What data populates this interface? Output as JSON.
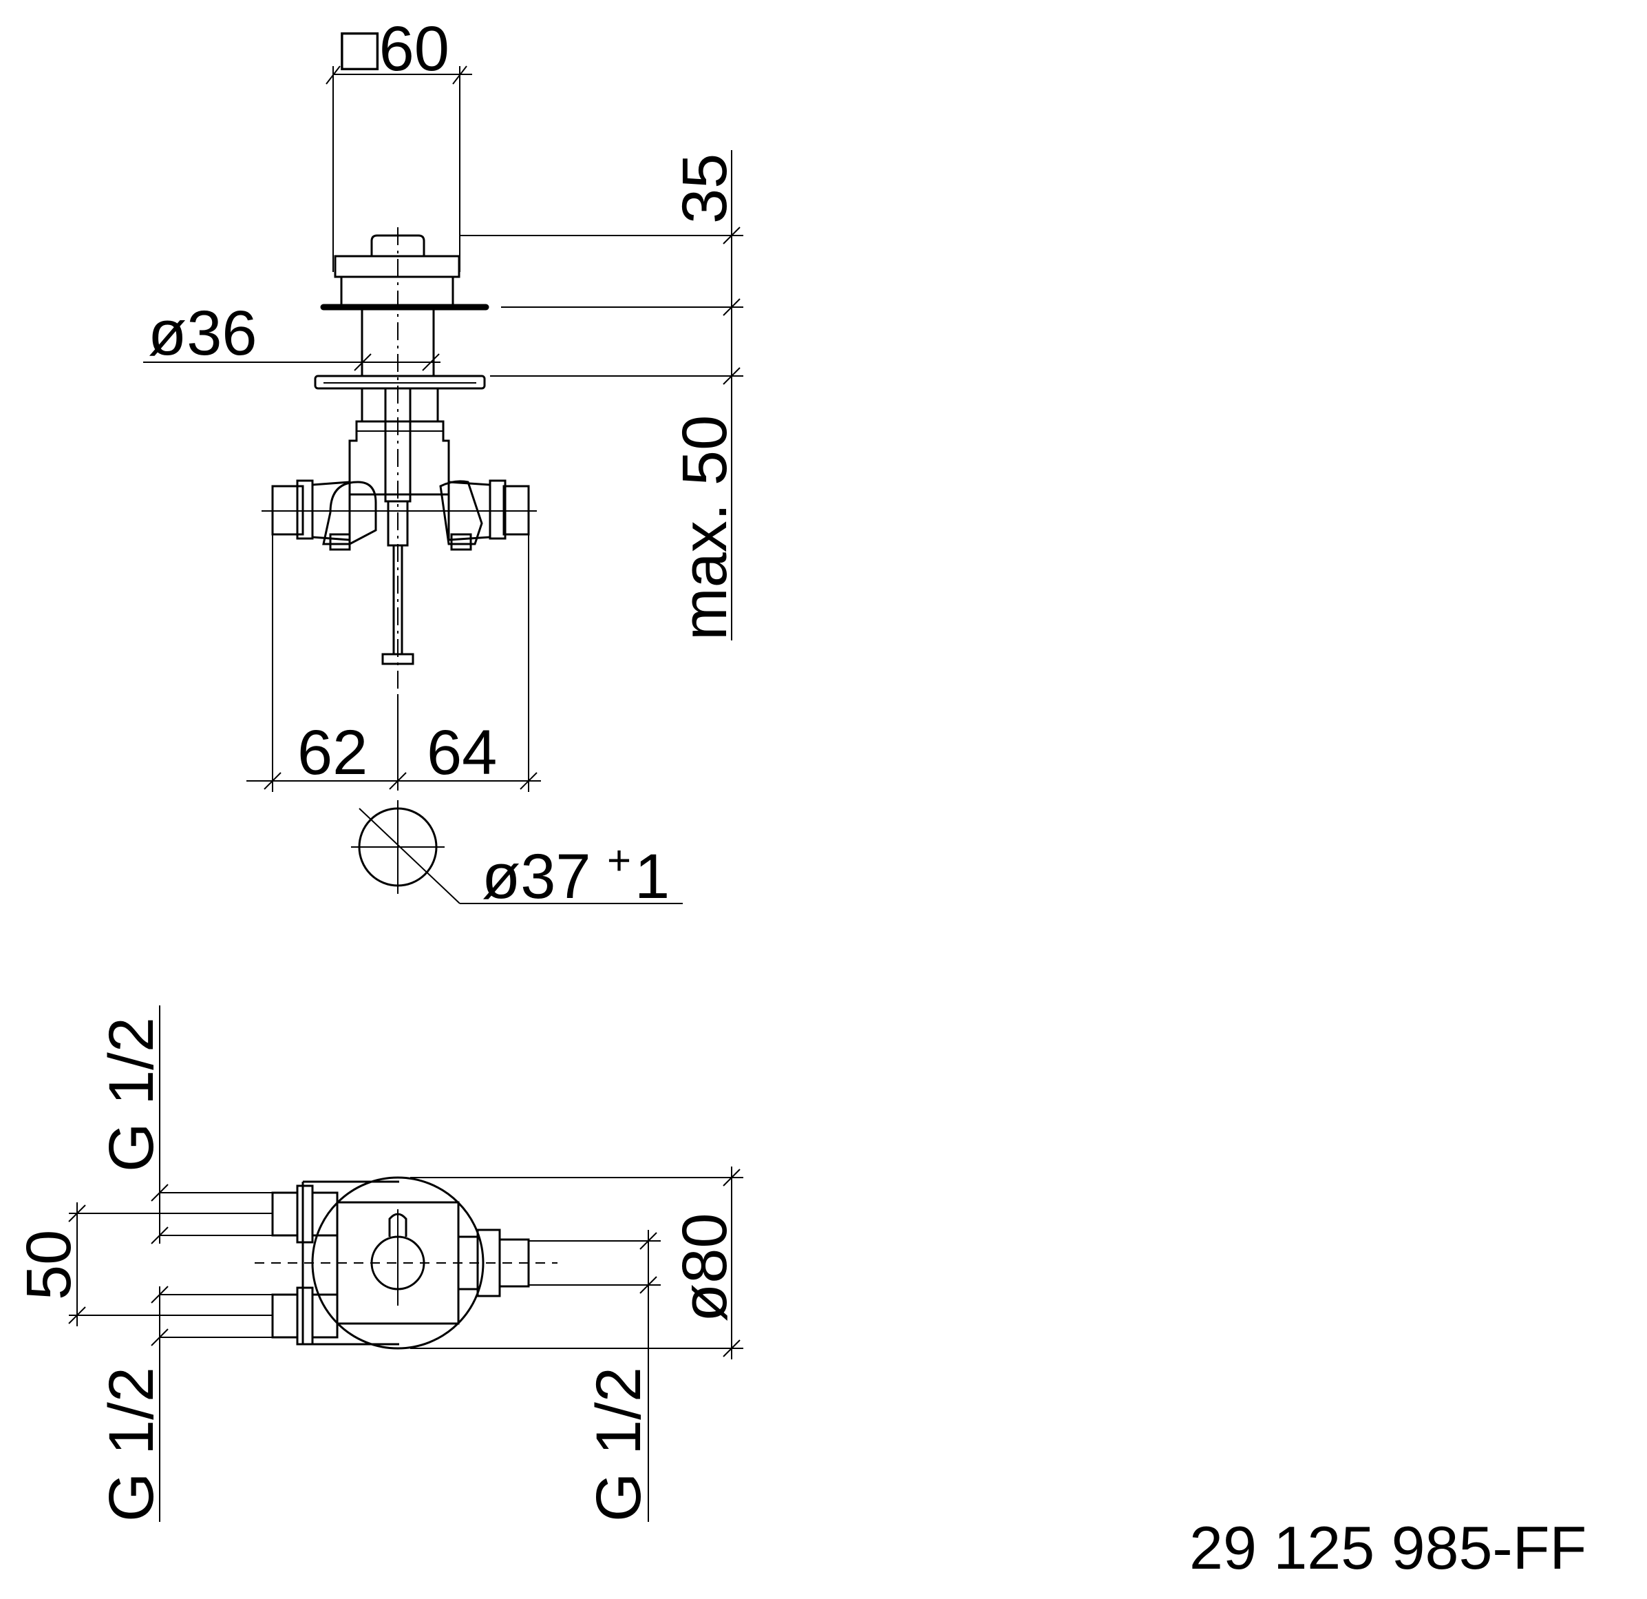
{
  "side_view": {
    "width_label": "□60",
    "height_top_label": "35",
    "diameter_label": "ø36",
    "depth_label": "max. 50",
    "left_label": "62",
    "right_label": "64",
    "hole_label": "ø37",
    "hole_tolerance": "+",
    "hole_tolerance_value": "1"
  },
  "top_view": {
    "left_top_thread": "G 1/2",
    "left_bottom_thread": "G 1/2",
    "right_thread": "G 1/2",
    "spacing_label": "50",
    "diameter_label": "ø80"
  },
  "article_number": "29 125 985-FF"
}
